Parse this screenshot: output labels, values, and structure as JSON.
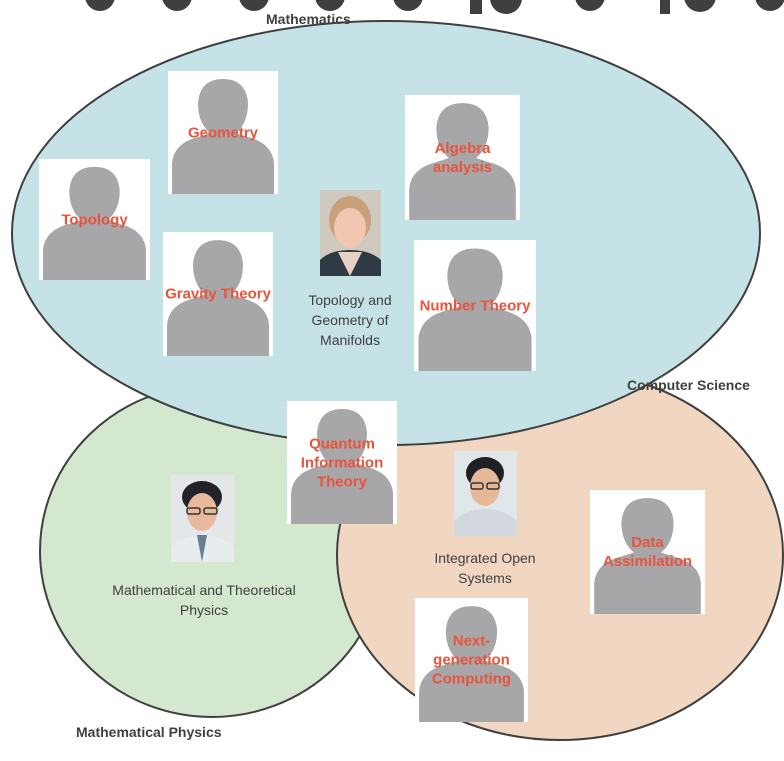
{
  "regions": {
    "mathematics": "Mathematics",
    "computer_science": "Computer Science",
    "mathematical_physics": "Mathematical Physics"
  },
  "topics": {
    "geometry": "Geometry",
    "algebra": "Algebra analysis",
    "topology": "Topology",
    "gravity": "Gravity Theory",
    "number_theory": "Number Theory",
    "quantum": "Quantum Information Theory",
    "data_assimilation": "Data Assimilation",
    "next_gen": "Next-generation Computing"
  },
  "groups": {
    "topology_geometry": "Topology and Geometry of Manifolds",
    "integrated_open": "Integrated Open Systems",
    "math_theoretical": "Mathematical and Theoretical Physics"
  },
  "colors": {
    "mathematics_fill": "#c5e3e6",
    "computer_science_fill": "#f1d7c2",
    "mathematical_physics_fill": "#d3e8cf",
    "outline": "#3f3f3f",
    "silhouette": "#a7a7aa",
    "topic_text": "#e8543b",
    "label_text": "#404040"
  },
  "icons": {
    "placeholder": "person-silhouette-icon"
  }
}
